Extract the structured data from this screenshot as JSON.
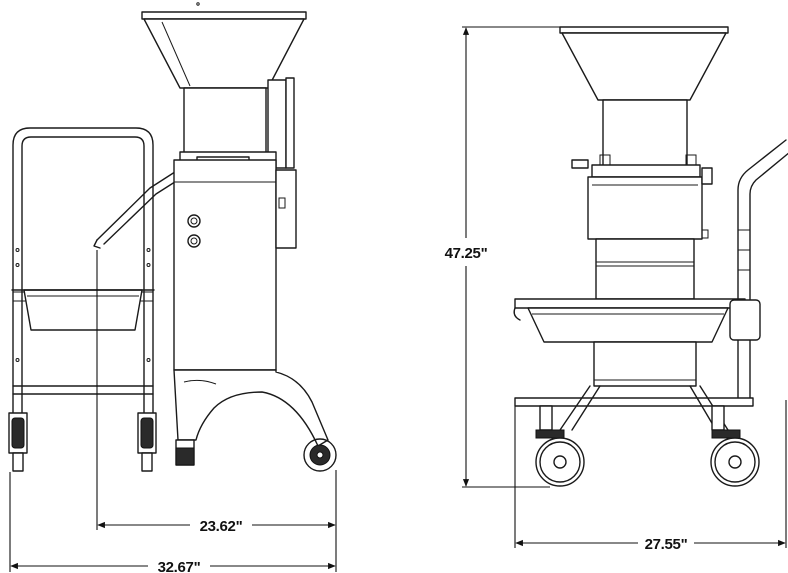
{
  "dimensions": {
    "inner_width": "23.62\"",
    "overall_width_side": "32.67\"",
    "height": "47.25\"",
    "overall_width_front": "27.55\""
  }
}
